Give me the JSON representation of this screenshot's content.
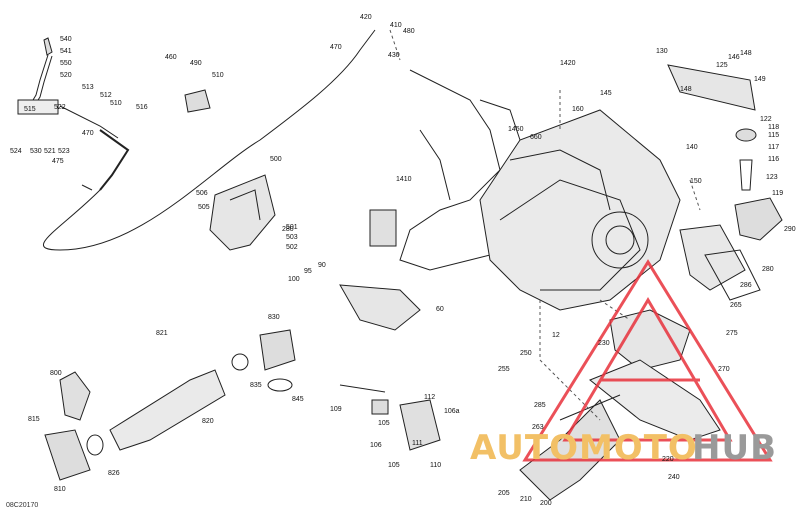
{
  "diagram": {
    "reference_code": "08C20170",
    "callouts": [
      "420",
      "410",
      "480",
      "430",
      "470",
      "540",
      "541",
      "550",
      "520",
      "515",
      "522",
      "513",
      "512",
      "510",
      "516",
      "524",
      "530",
      "521",
      "523",
      "470",
      "475",
      "460",
      "490",
      "510",
      "1420",
      "145",
      "160",
      "1450",
      "660",
      "130",
      "148",
      "146",
      "125",
      "149",
      "148",
      "122",
      "118",
      "115",
      "117",
      "116",
      "140",
      "123",
      "150",
      "119",
      "290",
      "500",
      "506",
      "505",
      "501",
      "503",
      "502",
      "1410",
      "280",
      "100",
      "95",
      "90",
      "60",
      "280",
      "286",
      "265",
      "275",
      "12",
      "230",
      "270",
      "821",
      "830",
      "835",
      "845",
      "800",
      "815",
      "820",
      "826",
      "810",
      "250",
      "255",
      "285",
      "263",
      "109",
      "112",
      "105",
      "106a",
      "106",
      "111",
      "105",
      "110",
      "220",
      "240",
      "205",
      "210",
      "200"
    ],
    "callout_positions_note": ""
  },
  "watermark": {
    "text_left": "AUTOMOTO",
    "text_right": "HUB",
    "color_left": "#f2c066",
    "color_right": "#9a9a9a",
    "triangle_color": "#e8323c"
  }
}
